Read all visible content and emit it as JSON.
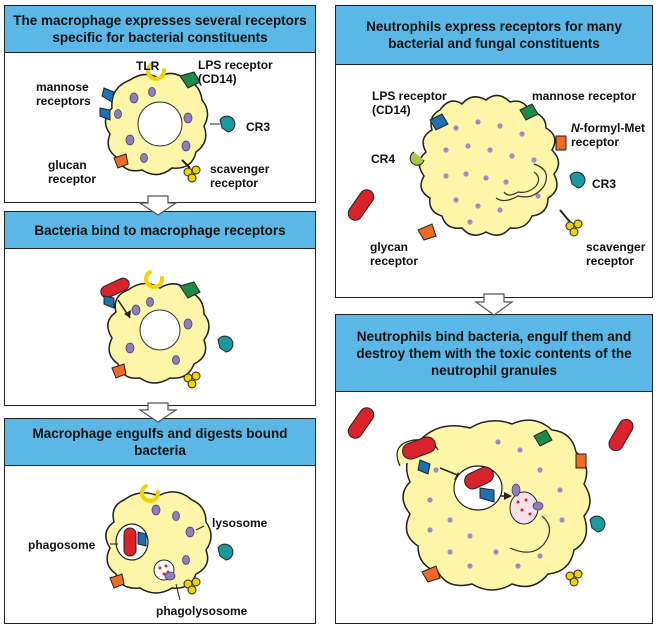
{
  "macrophage": {
    "panel1_title": "The macrophage expresses several receptors specific for bacterial constituents",
    "panel2_title": "Bacteria bind to macrophage receptors",
    "panel3_title": "Macrophage engulfs and digests bound bacteria",
    "labels": {
      "tlr": "TLR",
      "mannose": "mannose\nreceptors",
      "lps": "LPS receptor\n(CD14)",
      "cr3": "CR3",
      "glucan": "glucan\nreceptor",
      "scavenger": "scavenger\nreceptor",
      "phagosome": "phagosome",
      "lysosome": "lysosome",
      "phagolysosome": "phagolysosome"
    }
  },
  "neutrophil": {
    "panel1_title": "Neutrophils express receptors for many bacterial and fungal constituents",
    "panel2_title": "Neutrophils bind bacteria, engulf them and destroy them with the toxic contents of the neutrophil granules",
    "labels": {
      "lps": "LPS receptor\n(CD14)",
      "mannose": "mannose receptor",
      "nformyl_prefix": "N",
      "nformyl": "-formyl-Met\nreceptor",
      "cr4": "CR4",
      "cr3": "CR3",
      "glycan": "glycan\nreceptor",
      "scavenger": "scavenger\nreceptor"
    }
  },
  "colors": {
    "title_bg": "#5bb8e6",
    "cell_fill": "#fdf6a9",
    "bacterium": "#d8232a",
    "granule": "#8e7fb8",
    "tlr": "#f0d400",
    "mannose": "#1f6fb4",
    "lps": "#1e8a4a",
    "cr3": "#1a9aa0",
    "glucan": "#ef6a24",
    "scavenger": "#f0d400"
  }
}
